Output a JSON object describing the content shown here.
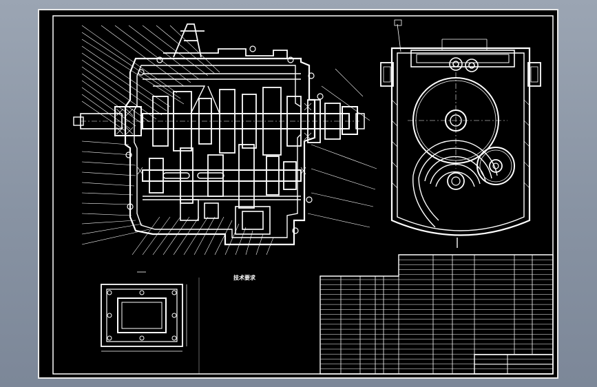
{
  "sheet": {
    "background": "#000000",
    "line_color": "#ffffff",
    "frame_color": "#e8e8e8",
    "desktop_color": "#8c96a5"
  },
  "views": {
    "section_view": {
      "name": "gearbox-longitudinal-section"
    },
    "side_view": {
      "name": "gearbox-end-view",
      "title": ""
    },
    "cover_view": {
      "name": "cover-plate-view",
      "label": ""
    }
  },
  "notes": {
    "title": "技术要求",
    "lines": [
      "",
      "",
      "",
      "",
      "",
      "",
      "",
      "",
      "",
      "",
      "",
      "",
      "",
      "",
      ""
    ]
  },
  "title_block": {
    "drawing_name": "",
    "rows": 24
  }
}
